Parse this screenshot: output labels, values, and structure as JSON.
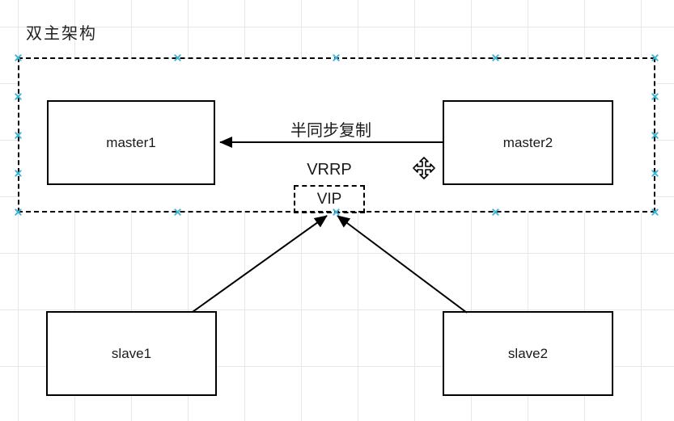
{
  "app": {
    "title": "双主架构"
  },
  "nodes": {
    "master1": {
      "label": "master1",
      "type": "rectangle"
    },
    "master2": {
      "label": "master2",
      "type": "rectangle"
    },
    "slave1": {
      "label": "slave1",
      "type": "rectangle"
    },
    "slave2": {
      "label": "slave2",
      "type": "rectangle"
    },
    "vip": {
      "label": "VIP",
      "type": "dashed-rectangle"
    }
  },
  "annotations": {
    "vrrp": "VRRP"
  },
  "edges": {
    "replication": {
      "label": "半同步复制",
      "from": "master2",
      "to": "master1",
      "arrow": "left"
    },
    "slave1_to_vip": {
      "label": "",
      "from": "slave1",
      "to": "vip",
      "arrow": "up"
    },
    "slave2_to_vip": {
      "label": "",
      "from": "slave2",
      "to": "vip",
      "arrow": "up"
    }
  },
  "selection": {
    "state": "group-selected",
    "handle_shape": "x-mark"
  },
  "colors": {
    "stroke": "#000000",
    "text": "#1a1a1a",
    "selection_handle": "#3fb5d8",
    "grid_line": "#e7e7e7",
    "canvas_bg": "#ffffff"
  }
}
